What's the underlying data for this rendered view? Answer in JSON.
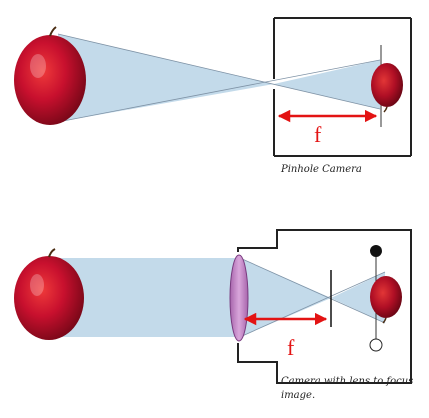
{
  "pinhole": {
    "focal_label": "f",
    "caption": "Pinhole Camera"
  },
  "lens_camera": {
    "focal_label": "f",
    "caption_line1": "Camera with lens to focus",
    "caption_line2": "image."
  },
  "colors": {
    "light_cone": "#b9d4e6",
    "apple_red": "#c8102e",
    "arrow_red": "#e31313",
    "lens_fill": "#c78bc9",
    "camera_outline": "#222222"
  }
}
